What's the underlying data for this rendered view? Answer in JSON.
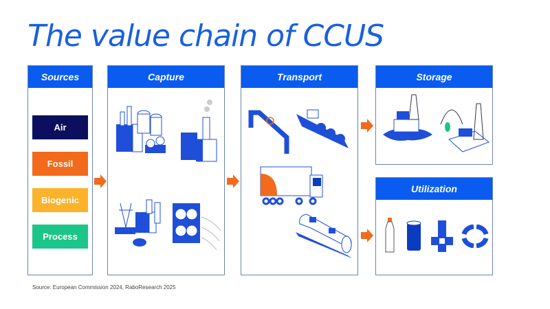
{
  "title": "The value chain of CCUS",
  "panels": {
    "sources": {
      "label": "Sources"
    },
    "capture": {
      "label": "Capture"
    },
    "transport": {
      "label": "Transport"
    },
    "storage": {
      "label": "Storage"
    },
    "utilization": {
      "label": "Utilization"
    }
  },
  "sources": [
    {
      "label": "Air",
      "color": "#0b0f5e"
    },
    {
      "label": "Fossil",
      "color": "#f26a1b"
    },
    {
      "label": "Biogenic",
      "color": "#fbb32b"
    },
    {
      "label": "Process",
      "color": "#1cc58a"
    }
  ],
  "colors": {
    "accent": "#0a5cf0",
    "arrow": "#f26a1b",
    "title": "#1a5fe0"
  },
  "footer": "Source: European Commission 2024, RaboResearch 2025"
}
